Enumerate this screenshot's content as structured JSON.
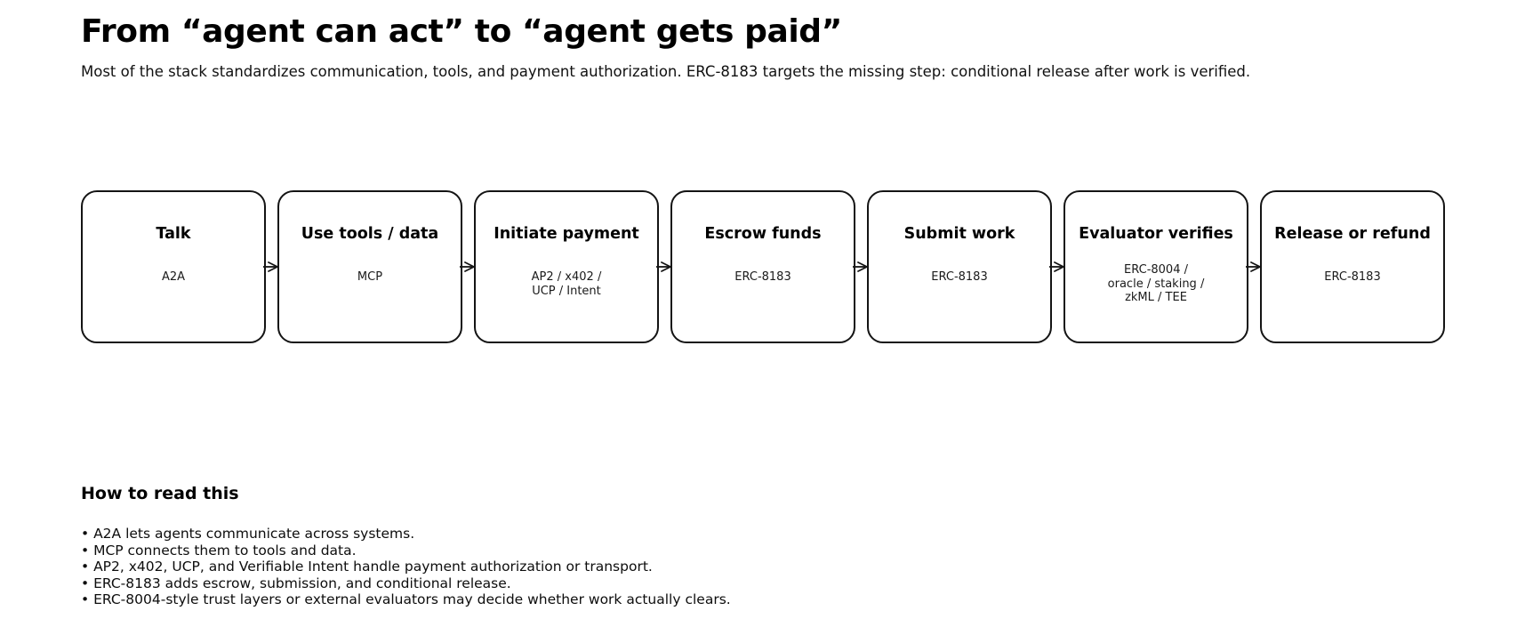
{
  "header": {
    "title": "From “agent can act” to “agent gets paid”",
    "subtitle": "Most of the stack standardizes communication, tools, and payment authorization. ERC-8183 targets the missing step: conditional release after work is verified."
  },
  "flow": {
    "arrow_icon": "arrow-right-icon",
    "steps": [
      {
        "title": "Talk",
        "subtitle": "A2A"
      },
      {
        "title": "Use tools / data",
        "subtitle": "MCP"
      },
      {
        "title": "Initiate payment",
        "subtitle": "AP2 / x402 /\nUCP / Intent"
      },
      {
        "title": "Escrow funds",
        "subtitle": "ERC-8183"
      },
      {
        "title": "Submit work",
        "subtitle": "ERC-8183"
      },
      {
        "title": "Evaluator verifies",
        "subtitle": "ERC-8004 /\noracle / staking /\nzkML / TEE"
      },
      {
        "title": "Release or refund",
        "subtitle": "ERC-8183"
      }
    ]
  },
  "howto": {
    "heading": "How to read this",
    "bullets": [
      "• A2A lets agents communicate across systems.",
      "• MCP connects them to tools and data.",
      "• AP2, x402, UCP, and Verifiable Intent handle payment authorization or transport.",
      "• ERC-8183 adds escrow, submission, and conditional release.",
      "• ERC-8004-style trust layers or external evaluators may decide whether work actually clears."
    ]
  },
  "colors": {
    "background": "#ffffff",
    "text": "#000000",
    "box_border": "#141414"
  }
}
